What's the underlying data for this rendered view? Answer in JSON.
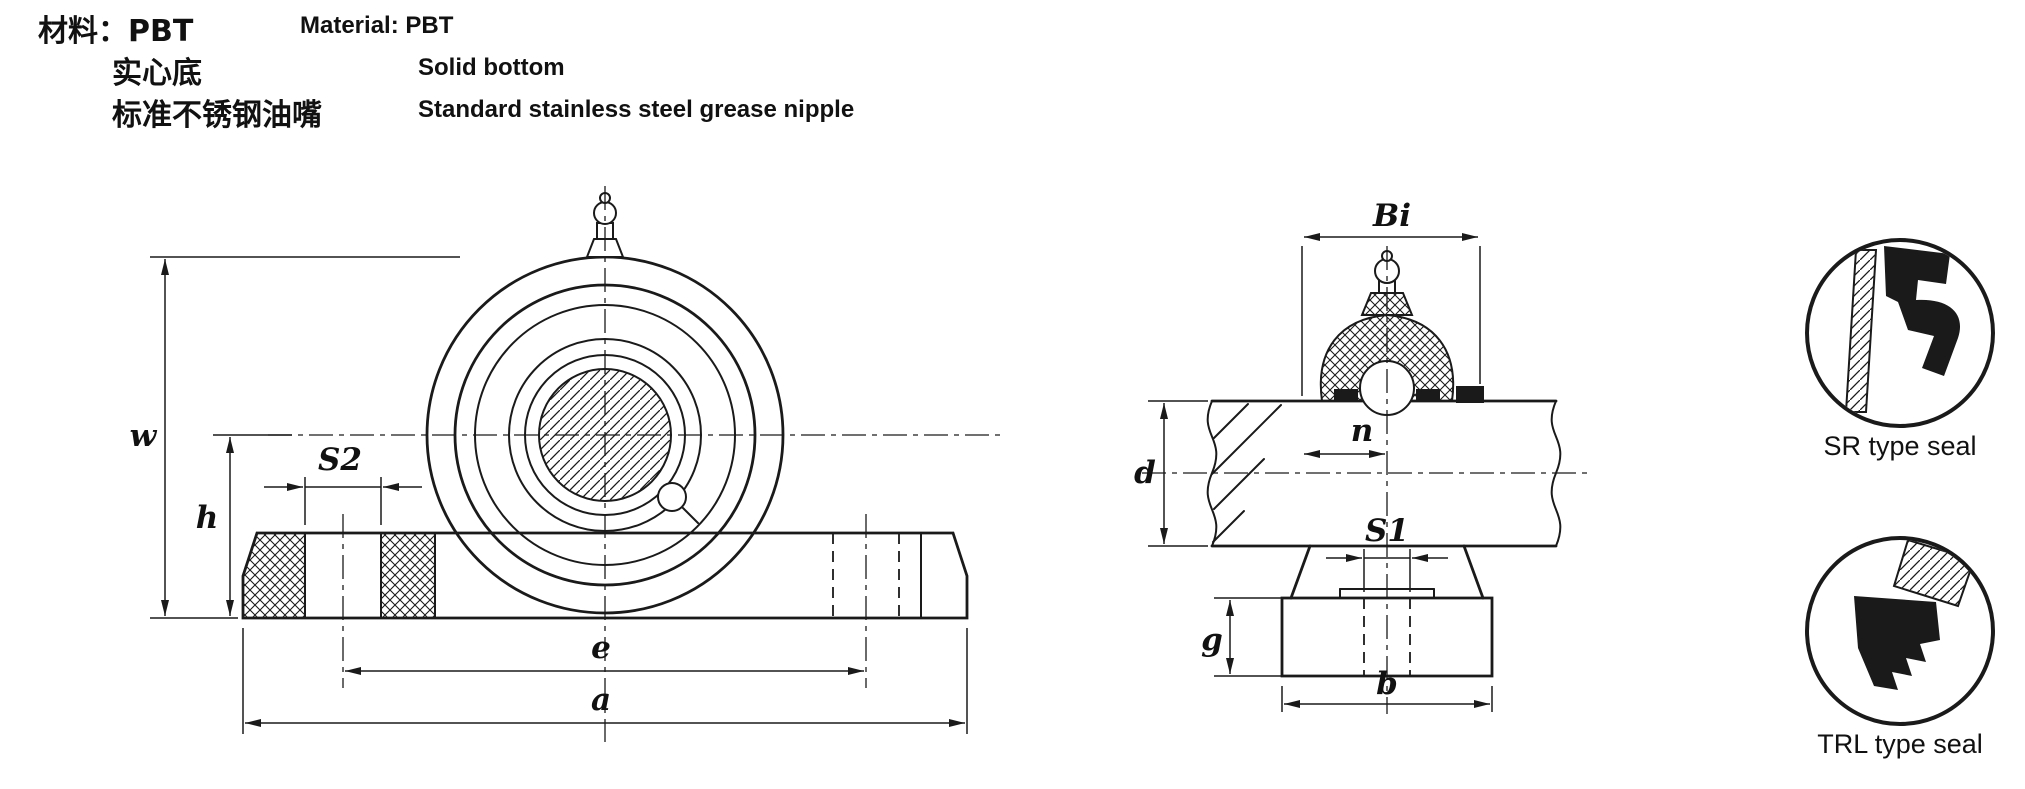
{
  "colors": {
    "ink": "#1a1a1a",
    "background": "#ffffff"
  },
  "header": {
    "rows": [
      {
        "cn": "材料：PBT",
        "en": "Material: PBT"
      },
      {
        "cn": "实心底",
        "en": "Solid bottom"
      },
      {
        "cn": "标准不锈钢油嘴",
        "en": "Standard stainless steel grease nipple"
      }
    ]
  },
  "front_view": {
    "dim_w": "w",
    "dim_h": "h",
    "dim_s2": "S2",
    "dim_e": "e",
    "dim_a": "a"
  },
  "side_view": {
    "dim_bi": "Bi",
    "dim_n": "n",
    "dim_d": "d",
    "dim_s1": "S1",
    "dim_g": "g",
    "dim_b": "b"
  },
  "seal_details": {
    "sr_label": "SR type seal",
    "trl_label": "TRL type seal"
  }
}
